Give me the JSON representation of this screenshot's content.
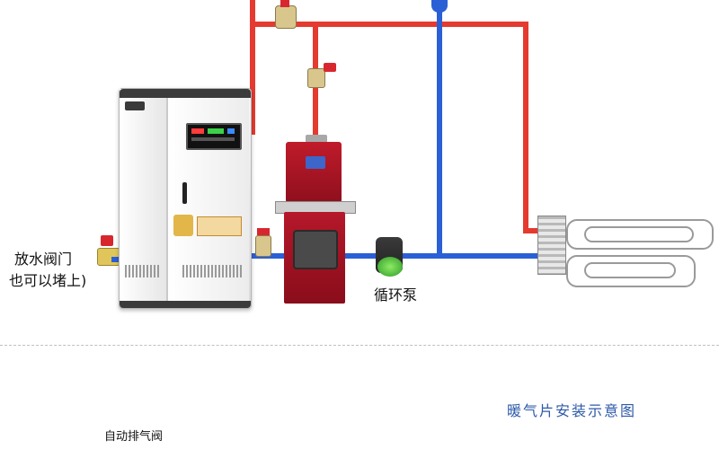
{
  "labels": {
    "drain_valve_line1": "放水阀门",
    "drain_valve_line2": "也可以堵上)",
    "circulation_pump": "循环泵",
    "radiator_diagram_title": "暖气片安装示意图",
    "auto_vent_valve": "自动排气阀"
  },
  "colors": {
    "hot_pipe": "#e53a2f",
    "cold_pipe": "#2b5fd6",
    "title_text": "#2d5aa8"
  }
}
